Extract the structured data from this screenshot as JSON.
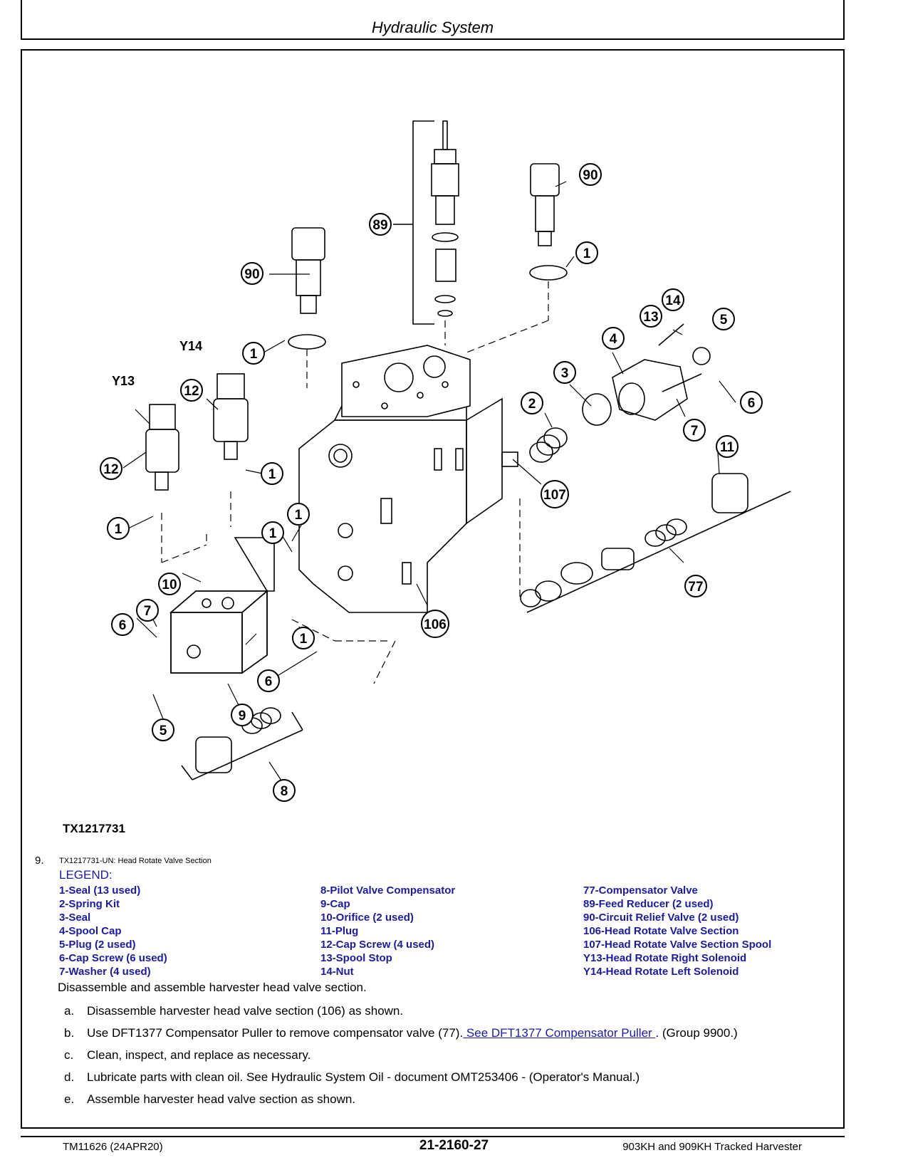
{
  "header": {
    "title": "Hydraulic System"
  },
  "diagram": {
    "figure_id": "TX1217731",
    "callouts": {
      "c89": "89",
      "c90a": "90",
      "c90b": "90",
      "c1": "1",
      "y14": "Y14",
      "y13": "Y13",
      "c12": "12",
      "c14": "14",
      "c13": "13",
      "c5": "5",
      "c4": "4",
      "c3": "3",
      "c2": "2",
      "c6": "6",
      "c7": "7",
      "c11": "11",
      "c107": "107",
      "c77": "77",
      "c106": "106",
      "c10": "10",
      "c9": "9",
      "c8": "8"
    }
  },
  "step": {
    "number": "9.",
    "caption": "TX1217731-UN: Head Rotate Valve Section",
    "legend_title": "LEGEND:",
    "legend": [
      [
        "1-Seal (13 used)",
        "2-Spring Kit",
        "3-Seal",
        "4-Spool Cap",
        "5-Plug (2 used)",
        "6-Cap Screw (6 used)",
        "7-Washer (4 used)"
      ],
      [
        "8-Pilot Valve Compensator",
        "9-Cap",
        "10-Orifice (2 used)",
        "11-Plug",
        "12-Cap Screw (4 used)",
        "13-Spool Stop",
        "14-Nut"
      ],
      [
        "77-Compensator Valve",
        "89-Feed Reducer (2 used)",
        "90-Circuit Relief Valve (2 used)",
        "106-Head Rotate Valve Section",
        "107-Head Rotate Valve Section Spool",
        "Y13-Head Rotate Right Solenoid",
        "Y14-Head Rotate Left Solenoid"
      ]
    ],
    "intro": "Disassemble and assemble harvester head valve section.",
    "substeps": [
      {
        "letter": "a.",
        "text": "Disassemble harvester head valve section (106) as shown."
      },
      {
        "letter": "b.",
        "text": "Use DFT1377 Compensator Puller to remove compensator valve (77).",
        "link": " See DFT1377 Compensator Puller ",
        "after": ". (Group 9900.)"
      },
      {
        "letter": "c.",
        "text": "Clean, inspect, and replace as necessary."
      },
      {
        "letter": "d.",
        "text": "Lubricate parts with clean oil. See Hydraulic System Oil - document OMT253406 - (Operator's Manual.)"
      },
      {
        "letter": "e.",
        "text": "Assemble harvester head valve section as shown."
      }
    ]
  },
  "footer": {
    "left": "TM11626 (24APR20)",
    "center": "21-2160-27",
    "right": "903KH and 909KH Tracked Harvester"
  }
}
